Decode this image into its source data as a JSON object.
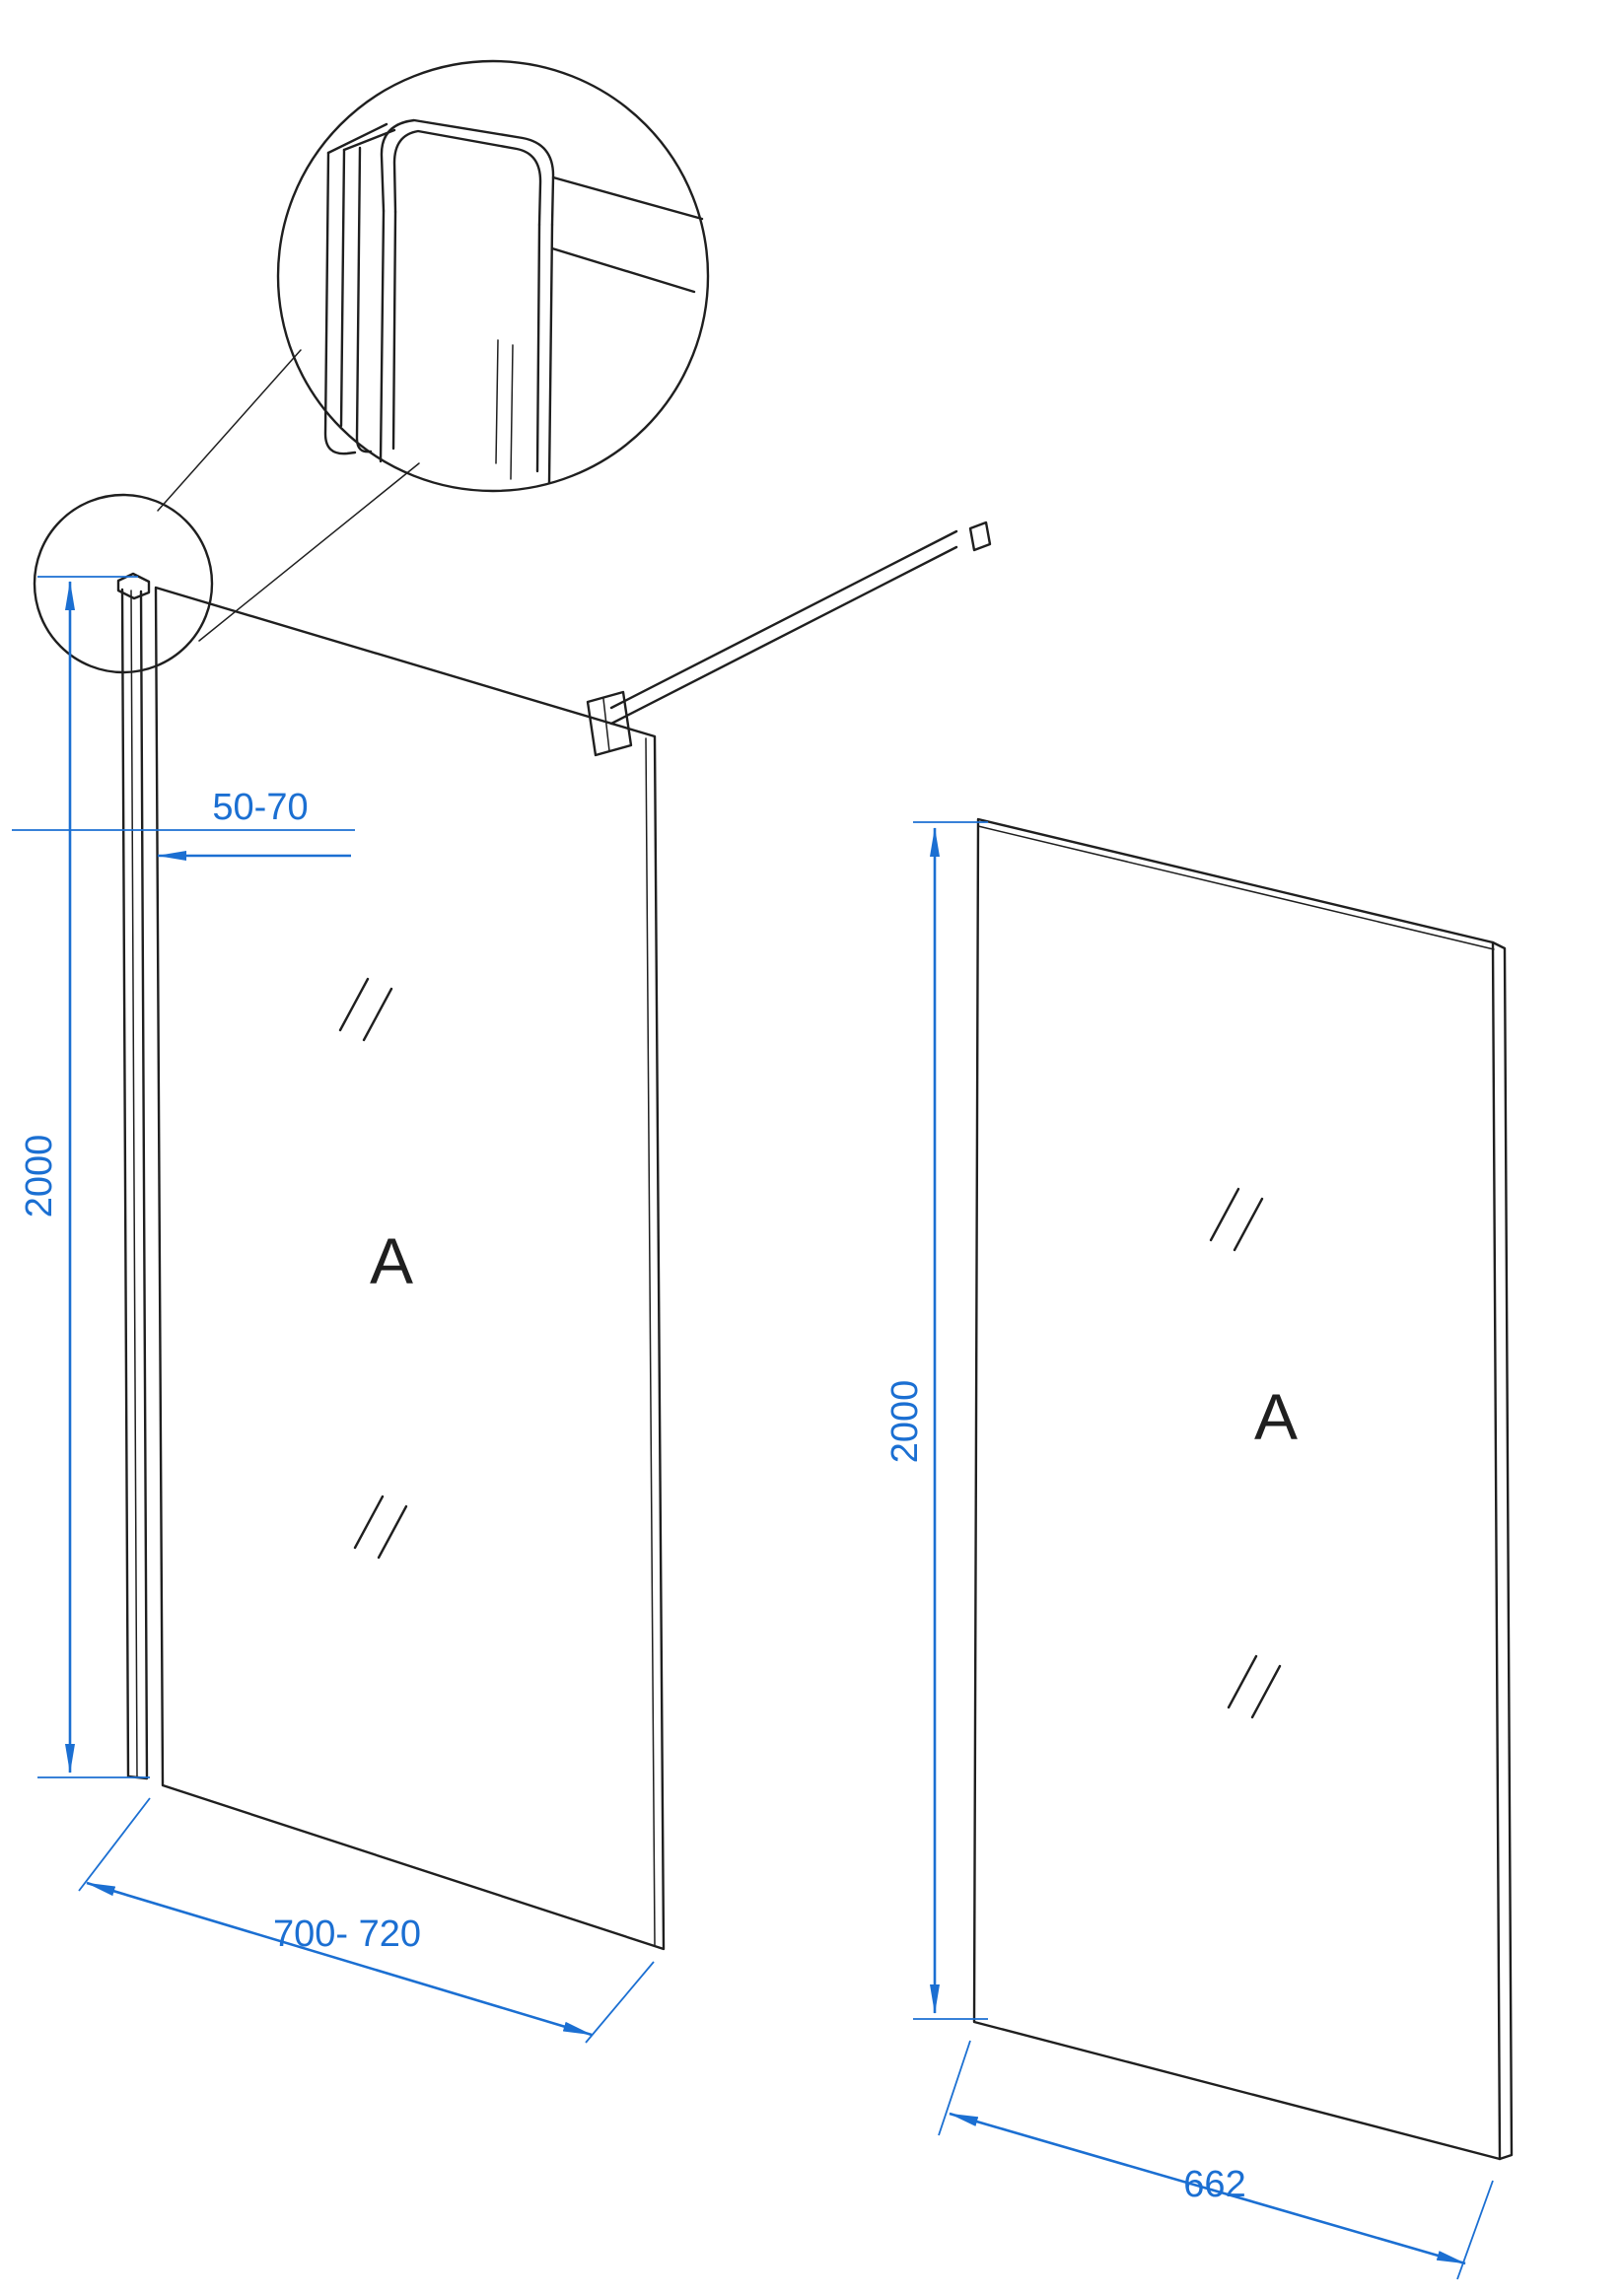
{
  "colors": {
    "dimension_blue": "#1b6fd2",
    "line_dark": "#1f1f1f"
  },
  "assembled_view": {
    "glass_label": "A",
    "height_dim": "2000",
    "width_dim": "700- 720",
    "profile_adjust_dim": "50-70"
  },
  "panel_view": {
    "glass_label": "A",
    "height_dim": "2000",
    "width_dim": "662"
  }
}
